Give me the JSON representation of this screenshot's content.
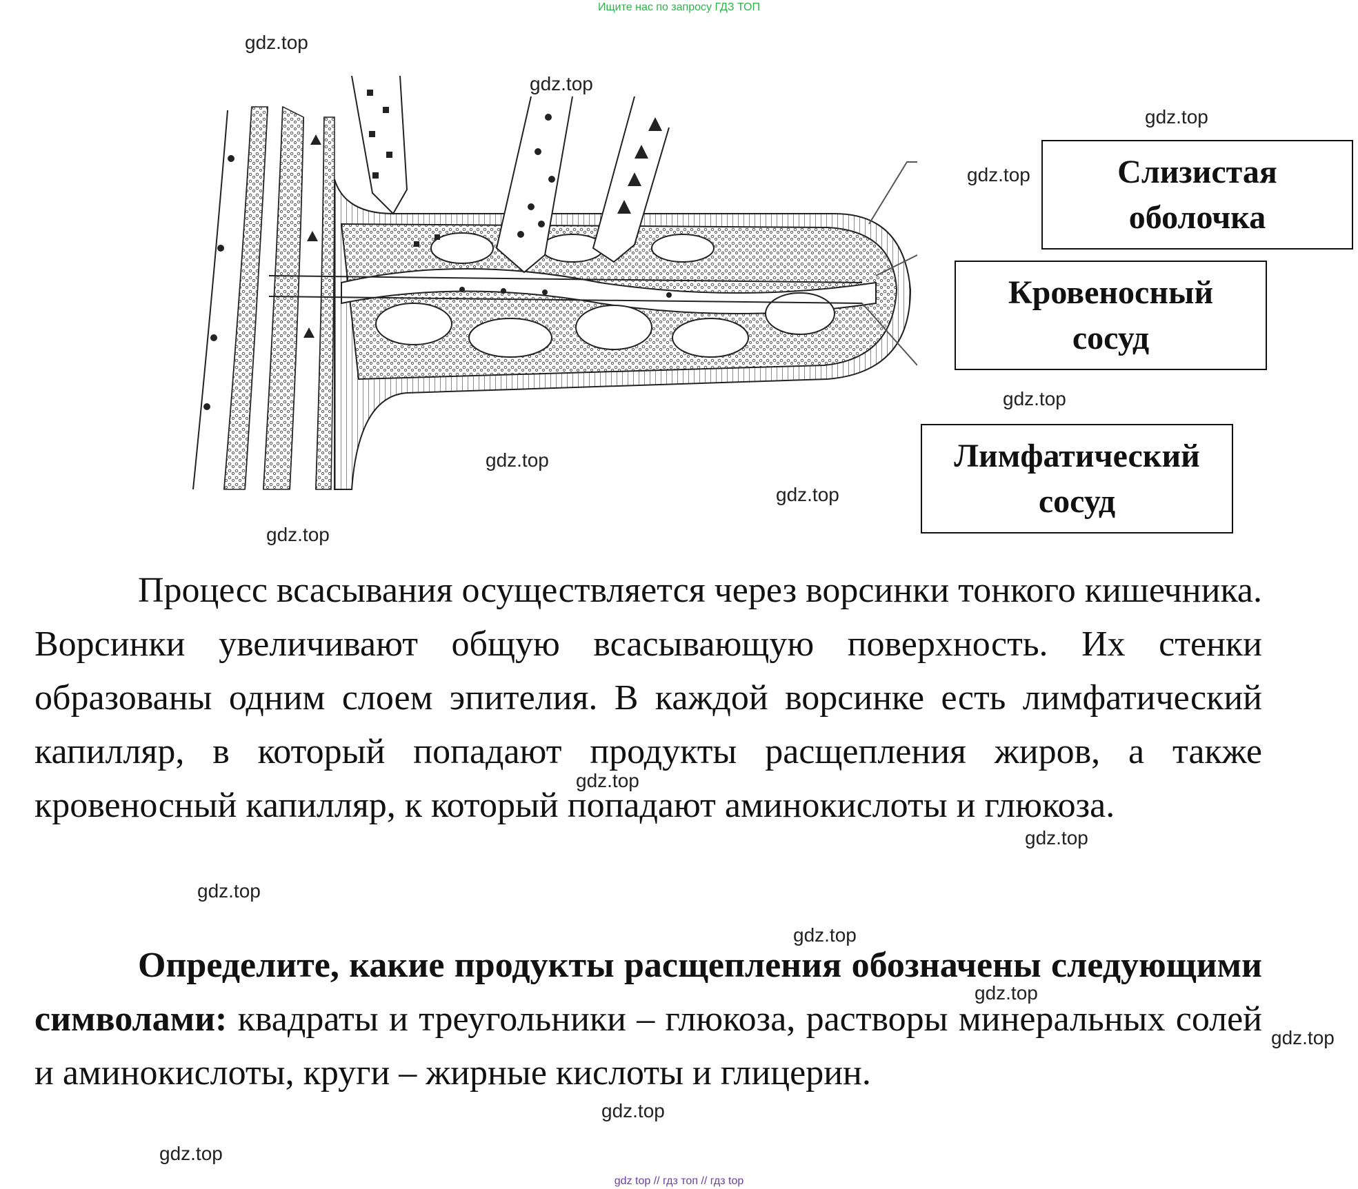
{
  "banner": "Ищите нас по запросу ГДЗ ТОП",
  "watermark": "gdz.top",
  "labels": {
    "mucosa": [
      "Слизистая",
      "оболочка"
    ],
    "blood_vessel": [
      "Кровеносный",
      "сосуд"
    ],
    "lymph_vessel": [
      "Лимфатический",
      "сосуд"
    ]
  },
  "paragraph1": "Процесс всасывания осуществляется через ворсинки тонкого кишечника. Ворсинки увеличивают общую всасывающую поверхность. Их стенки образованы одним слоем эпителия. В каждой ворсинке есть лимфатический капилляр, в который попадают продукты расщепления жиров, а также кровеносный капилляр, к который попадают аминокислоты и глюкоза.",
  "paragraph2_bold": "Определите, какие продукты расщепления обозначены следующими символами:",
  "paragraph2_rest": " квадраты и треугольники – глюкоза, растворы минеральных солей и аминокислоты, круги – жирные кислоты и глицерин.",
  "footer": "gdz top // гдз топ // гдз top"
}
